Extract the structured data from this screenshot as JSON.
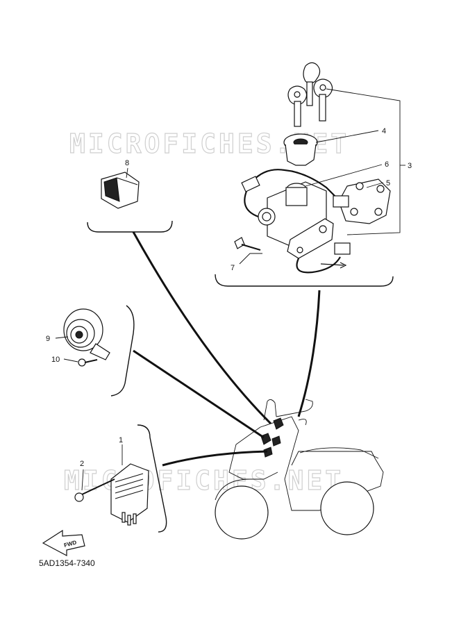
{
  "watermark": "MICROFICHES.NET",
  "diagram_code": "5AD1354-7340",
  "fwd_arrow": "FWD",
  "callouts": {
    "c1": "1",
    "c2": "2",
    "c3": "3",
    "c4": "4",
    "c5": "5",
    "c6": "6",
    "c7": "7",
    "c8": "8",
    "c9": "9",
    "c10": "10"
  }
}
